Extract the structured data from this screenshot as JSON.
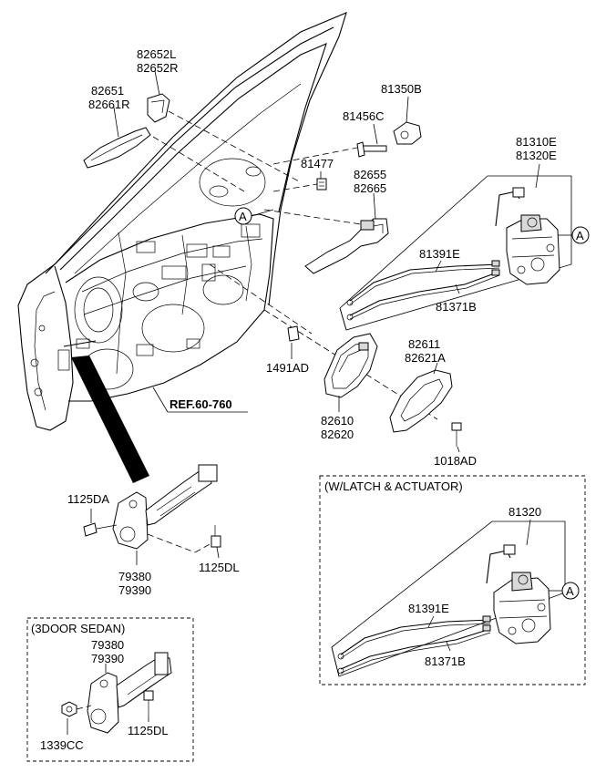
{
  "labels": {
    "p82652L": "82652L",
    "p82652R": "82652R",
    "p82651": "82651",
    "p82661R": "82661R",
    "p81350B": "81350B",
    "p81456C": "81456C",
    "p81477": "81477",
    "p82655": "82655",
    "p82665": "82665",
    "p81310E": "81310E",
    "p81320E": "81320E",
    "p81391E_top": "81391E",
    "p81371B_top": "81371B",
    "p1491AD": "1491AD",
    "p82611": "82611",
    "p82621A": "82621A",
    "p82610": "82610",
    "p82620": "82620",
    "p1018AD": "1018AD",
    "ref": "REF.60-760",
    "p1125DA": "1125DA",
    "p79380_main": "79380",
    "p79390_main": "79390",
    "p1125DL_main": "1125DL",
    "p81320": "81320",
    "p81391E_bot": "81391E",
    "p81371B_bot": "81371B",
    "p79380_sedan": "79380",
    "p79390_sedan": "79390",
    "p1339CC": "1339CC",
    "p1125DL_sedan": "1125DL",
    "markerA": "A"
  },
  "boxes": {
    "latch_actuator_title": "(W/LATCH & ACTUATOR)",
    "sedan_title": "(3DOOR SEDAN)"
  }
}
